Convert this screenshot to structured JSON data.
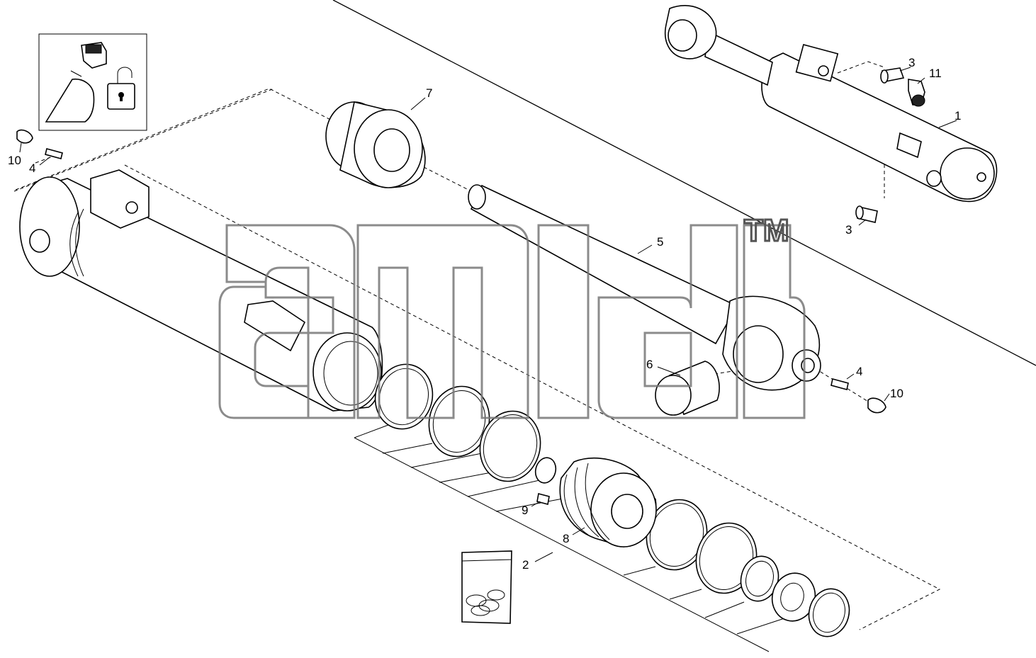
{
  "callouts": {
    "c1": "1",
    "c2": "2",
    "c3a": "3",
    "c3b": "3",
    "c4a": "4",
    "c4b": "4",
    "c5": "5",
    "c6": "6",
    "c7": "7",
    "c8": "8",
    "c9": "9",
    "c10a": "10",
    "c10b": "10",
    "c11": "11"
  },
  "watermark": {
    "trademark": "TM"
  },
  "icons": [
    "rocker-switch-icon",
    "padlock-open-icon",
    "key-fob-icon",
    "kit-bag-icon"
  ]
}
